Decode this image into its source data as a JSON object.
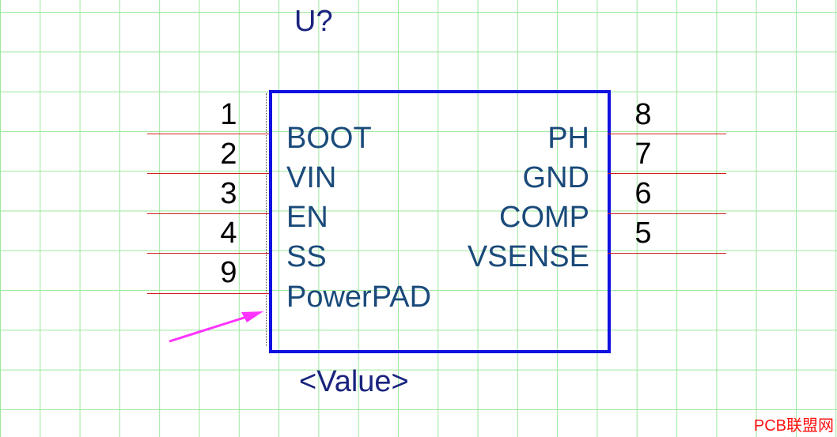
{
  "component": {
    "designator": "U?",
    "value": "<Value>",
    "body_color": "#1010e0",
    "pin_color": "#cc2020",
    "text_color": "#1a4a7a"
  },
  "left_pins": [
    {
      "number": "1",
      "name": "BOOT"
    },
    {
      "number": "2",
      "name": "VIN"
    },
    {
      "number": "3",
      "name": "EN"
    },
    {
      "number": "4",
      "name": "SS"
    },
    {
      "number": "9",
      "name": "PowerPAD"
    }
  ],
  "right_pins": [
    {
      "number": "8",
      "name": "PH"
    },
    {
      "number": "7",
      "name": "GND"
    },
    {
      "number": "6",
      "name": "COMP"
    },
    {
      "number": "5",
      "name": "VSENSE"
    }
  ],
  "annotation": {
    "type": "arrow",
    "color": "#ff33ff",
    "icon": "arrow-icon"
  },
  "watermark": "PCB联盟网"
}
